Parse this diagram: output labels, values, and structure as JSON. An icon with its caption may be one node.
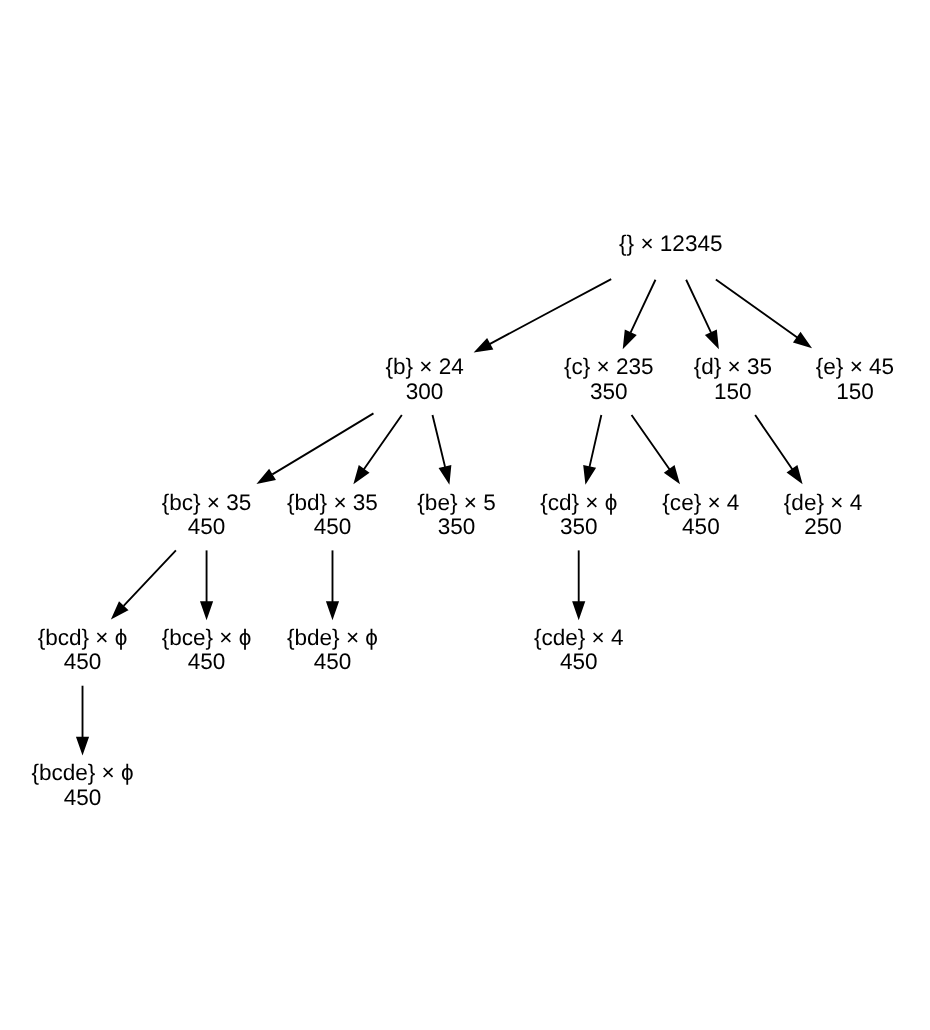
{
  "diagram": {
    "nodes": [
      {
        "text": [
          "{} × 12345"
        ]
      },
      {
        "text": [
          "{b} × 24",
          "300"
        ]
      },
      {
        "text": [
          "{c} × 235",
          "350"
        ]
      },
      {
        "text": [
          "{d} × 35",
          "150"
        ]
      },
      {
        "text": [
          "{e} × 45",
          "150"
        ]
      },
      {
        "text": [
          "{bc} × 35",
          "450"
        ]
      },
      {
        "text": [
          "{bd} × 35",
          "450"
        ]
      },
      {
        "text": [
          "{be} × 5",
          "350"
        ]
      },
      {
        "text": [
          "{cd} × ϕ",
          "350"
        ]
      },
      {
        "text": [
          "{ce} × 4",
          "450"
        ]
      },
      {
        "text": [
          "{de} × 4",
          "250"
        ]
      },
      {
        "text": [
          "{bcd} × ϕ",
          "450"
        ]
      },
      {
        "text": [
          "{bce} × ϕ",
          "450"
        ]
      },
      {
        "text": [
          "{bde} × ϕ",
          "450"
        ]
      },
      {
        "text": [
          "{cde} × 4",
          "450"
        ]
      },
      {
        "text": [
          "{bcde} × ϕ",
          "450"
        ]
      }
    ],
    "edges": [
      {
        "from": 0,
        "to": 1,
        "arrow": "to"
      },
      {
        "from": 0,
        "to": 2,
        "arrow": "to"
      },
      {
        "from": 0,
        "to": 3,
        "arrow": "to"
      },
      {
        "from": 0,
        "to": 4,
        "arrow": "to"
      },
      {
        "from": 1,
        "to": 5,
        "arrow": "to"
      },
      {
        "from": 1,
        "to": 6,
        "arrow": "to"
      },
      {
        "from": 1,
        "to": 7,
        "arrow": "to"
      },
      {
        "from": 2,
        "to": 8,
        "arrow": "to"
      },
      {
        "from": 2,
        "to": 9,
        "arrow": "to"
      },
      {
        "from": 3,
        "to": 10,
        "arrow": "to"
      },
      {
        "from": 5,
        "to": 11,
        "arrow": "to"
      },
      {
        "from": 5,
        "to": 12,
        "arrow": "to"
      },
      {
        "from": 6,
        "to": 13,
        "arrow": "to"
      },
      {
        "from": 8,
        "to": 14,
        "arrow": "to"
      },
      {
        "from": 11,
        "to": 15,
        "arrow": "to"
      }
    ]
  }
}
